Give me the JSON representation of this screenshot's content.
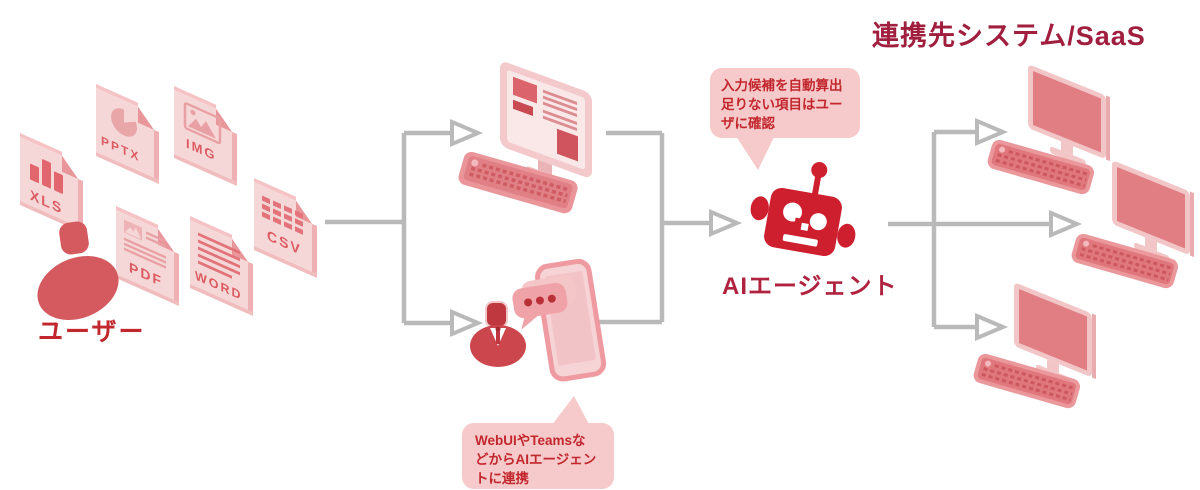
{
  "diagram": {
    "title": "連携先システム/SaaS",
    "user": {
      "label": "ユーザー"
    },
    "agent": {
      "label": "AIエージェント",
      "note": "入力候補を自動算出\n足りない項目はユー\nザに確認"
    },
    "channel_note": "WebUIやTeamsな\nどからAIエージェン\nトに連携",
    "files": [
      {
        "name": "XLS"
      },
      {
        "name": "PPTX"
      },
      {
        "name": "IMG"
      },
      {
        "name": "PDF"
      },
      {
        "name": "WORD"
      },
      {
        "name": "CSV"
      }
    ],
    "icons": {
      "user": "person-icon",
      "businessman": "businessman-icon",
      "agent": "robot-icon",
      "web_input": "desktop-monitor-icon",
      "chat_input": "smartphone-chat-icon",
      "files": [
        "xls-file-icon",
        "pptx-file-icon",
        "img-file-icon",
        "pdf-file-icon",
        "word-file-icon",
        "csv-file-icon"
      ],
      "targets": "desktop-computer-icon"
    },
    "colors": {
      "accent_red": "#ce1f2f",
      "label_red": "#c1272d",
      "heading_maroon": "#a01e3e",
      "doc_face_pink": "#f6d7d7",
      "pink_mid": "#efa2a7",
      "bubble_bg": "#f6c9ca",
      "screen_fill": "#e17e83",
      "arrow_gray": "#b9b9b9"
    }
  }
}
